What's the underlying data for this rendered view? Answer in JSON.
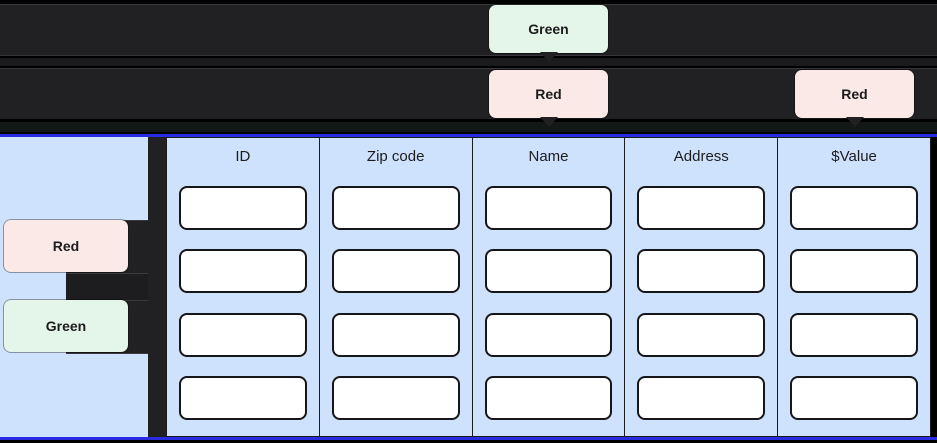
{
  "tooltips": {
    "top_green": {
      "label": "Green",
      "color": "#e4f5e9"
    },
    "mid_red": {
      "label": "Red",
      "color": "#fbe9e7"
    },
    "right_red": {
      "label": "Red",
      "color": "#fbe9e7"
    },
    "sidebar_red": {
      "label": "Red",
      "color": "#fbe9e7"
    },
    "sidebar_green": {
      "label": "Green",
      "color": "#e4f5e9"
    }
  },
  "table": {
    "columns": [
      {
        "header": "ID",
        "cells": [
          "",
          "",
          "",
          ""
        ]
      },
      {
        "header": "Zip code",
        "cells": [
          "",
          "",
          "",
          ""
        ]
      },
      {
        "header": "Name",
        "cells": [
          "",
          "",
          "",
          ""
        ]
      },
      {
        "header": "Address",
        "cells": [
          "",
          "",
          "",
          ""
        ]
      },
      {
        "header": "$Value",
        "cells": [
          "",
          "",
          "",
          ""
        ]
      }
    ],
    "row_count": 4,
    "panel_color": "#cfe2fd",
    "cell_color": "#ffffff"
  },
  "colors": {
    "accent_rule": "#2a2ae0",
    "dark_band": "#212124",
    "panel_blue": "#cfe2fd",
    "green_badge": "#e4f5e9",
    "red_badge": "#fbe9e7"
  }
}
